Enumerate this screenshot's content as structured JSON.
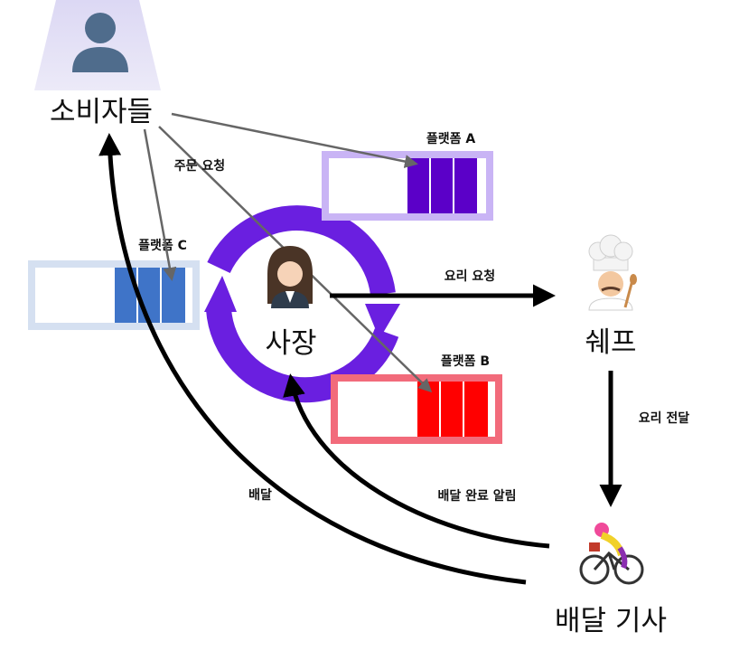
{
  "nodes": {
    "consumers": "소비자들",
    "owner": "사장",
    "chef": "쉐프",
    "rider": "배달 기사"
  },
  "platforms": {
    "a": "플랫폼 A",
    "b": "플랫폼 B",
    "c": "플랫폼 C"
  },
  "arrows": {
    "order_request": "주문 요청",
    "cook_request": "요리 요청",
    "food_handoff": "요리 전달",
    "delivery_done": "배달 완료 알림",
    "delivery": "배달"
  },
  "icons": {
    "consumers": "user-silhouette-icon",
    "owner": "woman-office-worker-icon",
    "chef": "chef-icon",
    "rider": "cyclist-icon",
    "cycle": "circular-arrows-icon"
  },
  "colors": {
    "platform_a": "#5b00c8",
    "platform_a_border": "#c9b4f5",
    "platform_b": "#ff0000",
    "platform_b_border": "#f26b7b",
    "platform_c": "#3f74c8",
    "platform_c_border": "#d5e0f1",
    "cycle": "#6a1fe0"
  }
}
